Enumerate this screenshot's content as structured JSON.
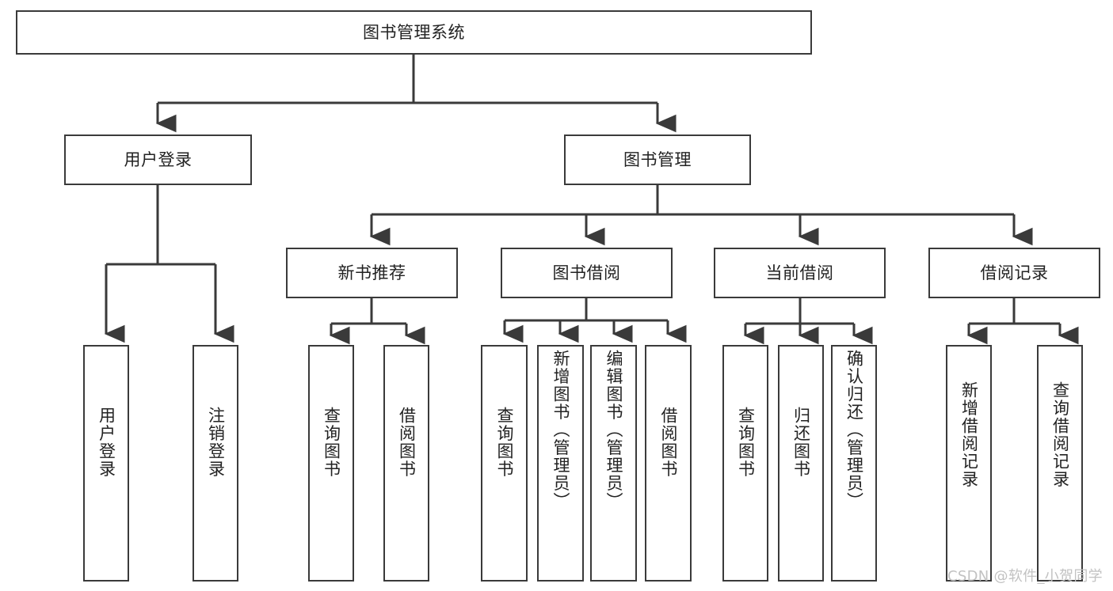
{
  "diagram": {
    "title": "图书管理系统",
    "root": {
      "id": "root",
      "label": "图书管理系统"
    },
    "level1": [
      {
        "id": "user-login",
        "label": "用户登录"
      },
      {
        "id": "book-manage",
        "label": "图书管理"
      }
    ],
    "level2": [
      {
        "id": "new-book-recommend",
        "label": "新书推荐",
        "parent": "book-manage"
      },
      {
        "id": "book-borrow",
        "label": "图书借阅",
        "parent": "book-manage"
      },
      {
        "id": "current-borrow",
        "label": "当前借阅",
        "parent": "book-manage"
      },
      {
        "id": "borrow-record",
        "label": "借阅记录",
        "parent": "book-manage"
      }
    ],
    "leaves": {
      "user_login": [
        {
          "id": "leaf-user-login",
          "label": "用户登录"
        },
        {
          "id": "leaf-logout",
          "label": "注销登录"
        }
      ],
      "new_book_recommend": [
        {
          "id": "leaf-query-book-1",
          "label": "查询图书"
        },
        {
          "id": "leaf-borrow-book-1",
          "label": "借阅图书"
        }
      ],
      "book_borrow": [
        {
          "id": "leaf-query-book-2",
          "label": "查询图书"
        },
        {
          "id": "leaf-add-book",
          "label": "新增图书（管理员）"
        },
        {
          "id": "leaf-edit-book",
          "label": "编辑图书（管理员）"
        },
        {
          "id": "leaf-borrow-book-2",
          "label": "借阅图书"
        }
      ],
      "current_borrow": [
        {
          "id": "leaf-query-book-3",
          "label": "查询图书"
        },
        {
          "id": "leaf-return-book",
          "label": "归还图书"
        },
        {
          "id": "leaf-confirm-return",
          "label": "确认归还（管理员）"
        }
      ],
      "borrow_record": [
        {
          "id": "leaf-add-record",
          "label": "新增借阅记录"
        },
        {
          "id": "leaf-query-record",
          "label": "查询借阅记录"
        }
      ]
    },
    "colors": {
      "stroke": "#3a3a3a",
      "text": "#222222",
      "background": "#ffffff",
      "watermark": "#c2c2c2"
    }
  },
  "watermark": {
    "text": "CSDN @软件_小贺同学"
  }
}
